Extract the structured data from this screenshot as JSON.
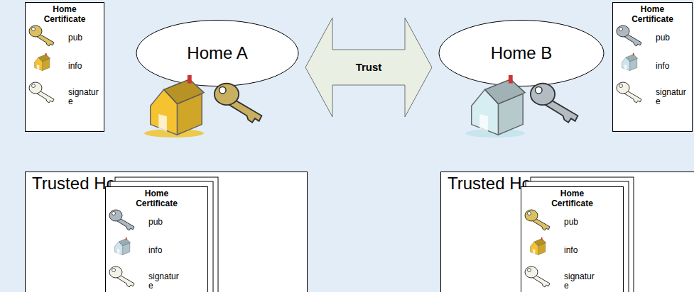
{
  "diagram": {
    "nodes": [
      {
        "text": [
          "Home Certificate",
          "pub",
          "info",
          "signatur e"
        ]
      },
      {
        "text": [
          "Home A"
        ]
      },
      {
        "text": [
          "Home B"
        ]
      },
      {
        "text": [
          "Home Certificate",
          "pub",
          "info",
          "signatur e"
        ]
      },
      {
        "text": [
          "Trusted Homes"
        ]
      },
      {
        "text": [
          "Home Certificate",
          "pub",
          "info",
          "signatur e"
        ],
        "in": 4
      },
      {
        "text": [
          "Trusted Homes"
        ]
      },
      {
        "text": [
          "Home Certificate",
          "pub",
          "info",
          "signatur e"
        ],
        "in": 6
      }
    ],
    "edges": [
      {
        "from": 1,
        "to": 2,
        "arrow": "both",
        "label": "Trust"
      }
    ]
  }
}
